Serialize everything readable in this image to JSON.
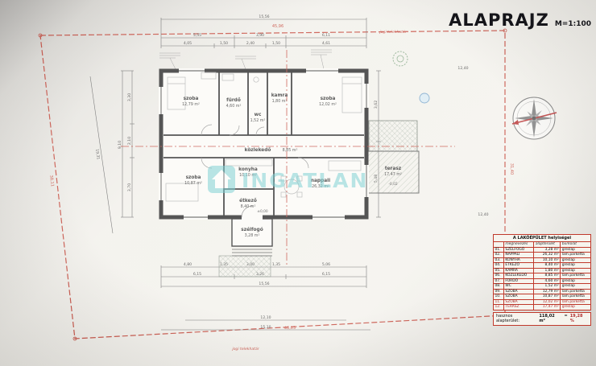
{
  "photo": {
    "title": "ALAPRAJZ",
    "scale": "M=1:100"
  },
  "watermark": {
    "text": "INGATLAN"
  },
  "site": {
    "boundary_label_top": "jogi telekhatár",
    "boundary_label_bottom": "jogi telekhatár",
    "dim_top": "45,96",
    "dim_right": "31,40",
    "dim_bottom": "46,63",
    "dim_left": "38,11",
    "dim_extra_a": "12,40",
    "dim_extra_b": "12,40"
  },
  "plan": {
    "rooms": [
      {
        "name": "szoba",
        "area": "12,79 m²"
      },
      {
        "name": "fürdő",
        "area": "4,60 m²"
      },
      {
        "name": "wc",
        "area": "1,52 m²"
      },
      {
        "name": "kamra",
        "area": "1,80 m²"
      },
      {
        "name": "szoba",
        "area": "12,02 m²"
      },
      {
        "name": "közlekedő",
        "area": "8,85 m²"
      },
      {
        "name": "konyha",
        "area": "10,10 m²"
      },
      {
        "name": "étkező",
        "area": "8,40 m²"
      },
      {
        "name": "nappali",
        "area": "26,32 m²"
      },
      {
        "name": "szoba",
        "area": "10,87 m²"
      },
      {
        "name": "szélfogó",
        "area": "3,28 m²"
      },
      {
        "name": "terasz",
        "area": "17,47 m²"
      }
    ],
    "level_zero": "±0,00",
    "level_terrace": "-0,02"
  },
  "dims": {
    "top_overall": "15,56",
    "top_b": [
      "5,55",
      "3,90",
      "6,11"
    ],
    "top_a": [
      "4,05",
      "1,50",
      "2,40",
      "1,50",
      "4,61"
    ],
    "left_overall": "9,10",
    "left_a": [
      "3,30",
      "2,10",
      "3,70"
    ],
    "left_slant": "19,31",
    "right_a": [
      "3,62",
      "5,48"
    ],
    "bottom_a": [
      "4,80",
      "1,35",
      "3,00",
      "1,35",
      "5,06"
    ],
    "bottom_b": [
      "6,15",
      "3,26",
      "6,15"
    ],
    "bottom_overall": "15,56",
    "bottom_site_a": "12,10",
    "bottom_site_b": "15,10"
  },
  "table": {
    "title": "A LAKÓÉPÜLET helyiségei",
    "headers": [
      "",
      "megnevezés",
      "alapterület",
      "burkolat"
    ],
    "rows": [
      [
        "01.",
        "SZÉLFOGÓ",
        "3,28 m²",
        "greslap"
      ],
      [
        "02.",
        "NAPPALI",
        "26,32 m²",
        "lam.parketta"
      ],
      [
        "03.",
        "KONYHA",
        "10,10 m²",
        "greslap"
      ],
      [
        "04.",
        "ÉTKEZŐ",
        "8,40 m²",
        "greslap"
      ],
      [
        "05.",
        "KAMRA",
        "1,80 m²",
        "greslap"
      ],
      [
        "06.",
        "KÖZLEKEDŐ",
        "8,85 m²",
        "lam.parketta"
      ],
      [
        "07.",
        "FÜRDŐ",
        "4,60 m²",
        "greslap"
      ],
      [
        "08.",
        "WC",
        "1,52 m²",
        "greslap"
      ],
      [
        "09.",
        "SZOBA",
        "12,79 m²",
        "lam.parketta"
      ],
      [
        "10.",
        "SZOBA",
        "10,87 m²",
        "lam.parketta"
      ],
      [
        "11.",
        "SZOBA",
        "12,02 m²",
        "lam.parketta"
      ],
      [
        "12.",
        "TERASZ",
        "17,47 m²",
        "greslap"
      ]
    ],
    "highlight_row_indexes": [
      10,
      11
    ],
    "total_label": "hasznos alapterület:",
    "total_value": "118,02 m²",
    "total_eq": "=",
    "total_percent": "19,28 %"
  }
}
